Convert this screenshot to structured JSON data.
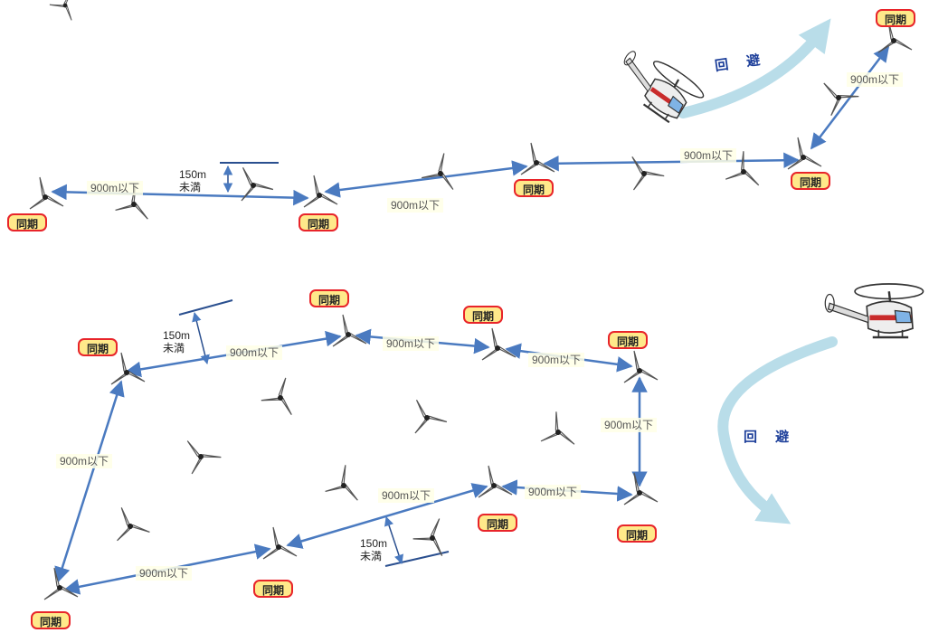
{
  "labels": {
    "sync": "同期",
    "dist900": "900m以下",
    "clearance": "150m\n未満",
    "avoid": "回 避"
  },
  "colors": {
    "link": "#4a7ac0",
    "sync_border": "#e8242a",
    "sync_fill": "#ffe98a",
    "sweep": "#b9dde9",
    "avoid_text": "#1d3f9a",
    "turbine": "#666666",
    "heli_body": "#c92c2c"
  },
  "icons": [
    "wind-turbine-icon",
    "helicopter-icon",
    "avoidance-arrow-icon"
  ]
}
